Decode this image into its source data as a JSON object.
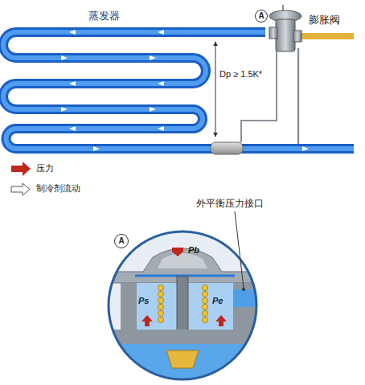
{
  "diagram": {
    "nodes": [
      {
        "text": [
          "A"
        ]
      },
      {
        "text": [
          "A"
        ]
      }
    ],
    "edges": [],
    "labels": [
      "蒸发器",
      "膨胀阀",
      "Dp ≥ 1.5K*",
      "外平衡压力接口",
      "Pb",
      "Ps",
      "Pe"
    ],
    "legend": [
      {
        "text": "压力"
      },
      {
        "text": "制冷剂流动"
      }
    ]
  }
}
